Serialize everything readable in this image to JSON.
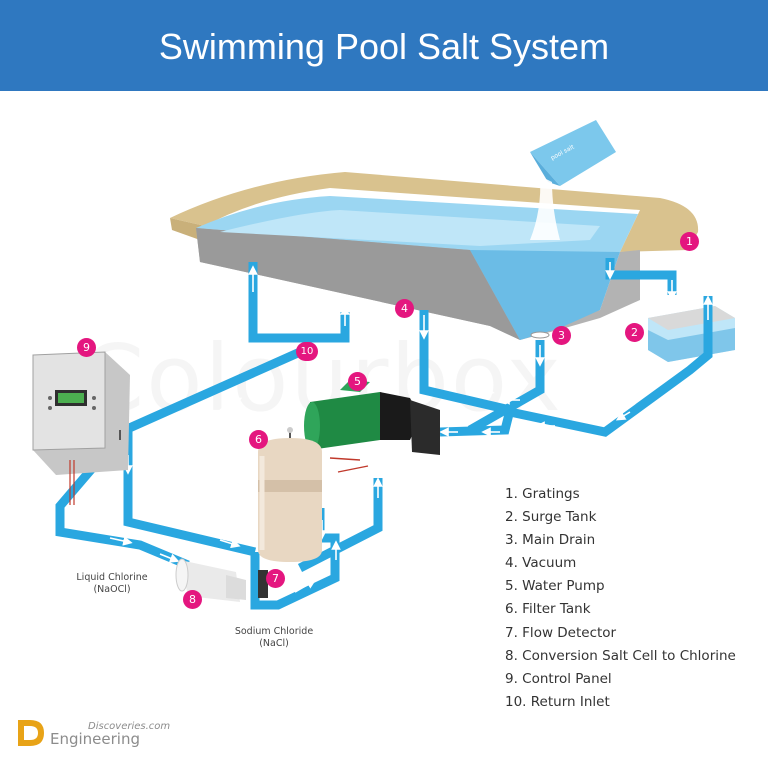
{
  "title": "Swimming Pool Salt System",
  "salt_bag_text": "pool salt",
  "watermark": "Colourbox",
  "components": [
    {
      "num": "1",
      "name": "Gratings"
    },
    {
      "num": "2",
      "name": "Surge Tank"
    },
    {
      "num": "3",
      "name": "Main Drain"
    },
    {
      "num": "4",
      "name": "Vacuum"
    },
    {
      "num": "5",
      "name": "Water Pump"
    },
    {
      "num": "6",
      "name": "Filter Tank"
    },
    {
      "num": "7",
      "name": "Flow Detector"
    },
    {
      "num": "8",
      "name": "Conversion Salt Cell to Chlorine"
    },
    {
      "num": "9",
      "name": "Control Panel"
    },
    {
      "num": "10",
      "name": "Return Inlet"
    }
  ],
  "legend": [
    "1. Gratings",
    "2. Surge Tank",
    "3. Main Drain",
    "4. Vacuum",
    "5. Water Pump",
    "6. Filter Tank",
    "7. Flow Detector",
    "8. Conversion Salt Cell to Chlorine",
    "9. Control Panel",
    "10. Return Inlet"
  ],
  "labels": {
    "liquid_chlorine": "Liquid Chlorine",
    "liquid_chlorine_formula": "(NaOCl)",
    "sodium_chloride": "Sodium Chloride",
    "sodium_chloride_formula": "(NaCl)"
  },
  "brand": {
    "site": "Discoveries.com",
    "name": "Engineering"
  },
  "colors": {
    "header": "#2f78c0",
    "pipe": "#2aa7e0",
    "water": "#8cd0f0",
    "pool_wall": "#a9a9a9",
    "deck": "#d9c28e",
    "pump": "#1f8a44",
    "badge": "#e4167f"
  }
}
